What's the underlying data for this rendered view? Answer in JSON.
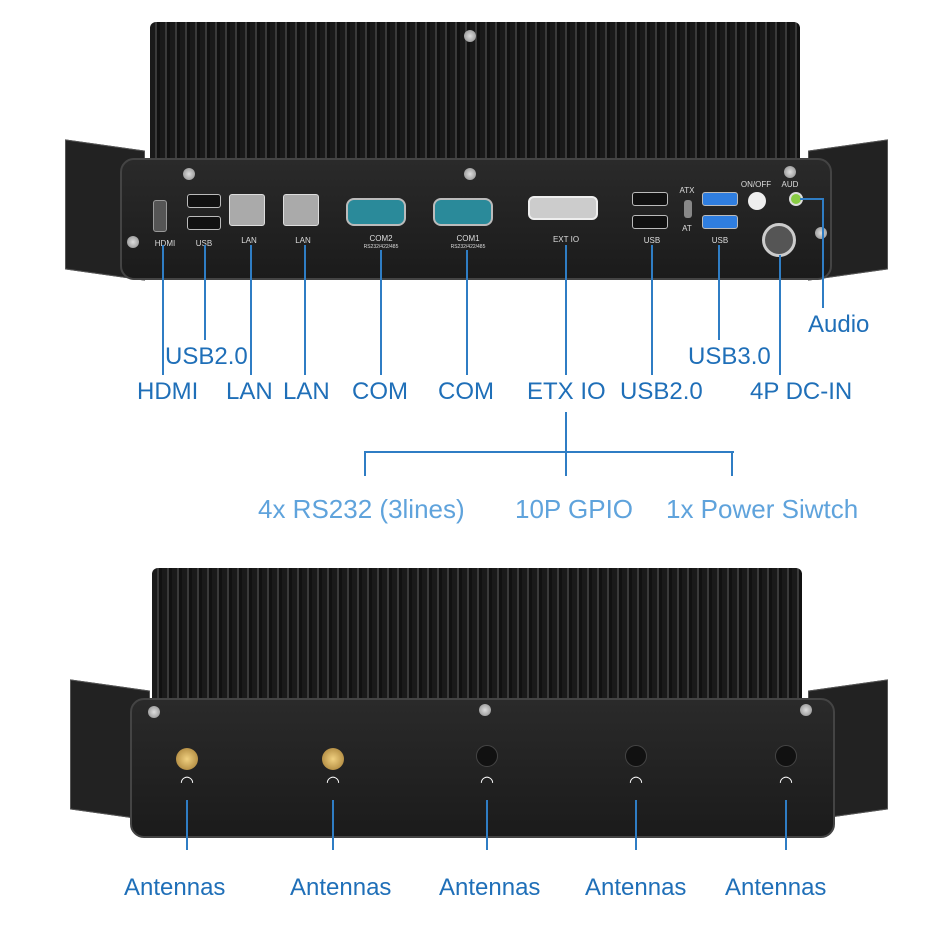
{
  "top_device": {
    "port_labels": [
      "HDMI",
      "USB",
      "LAN",
      "LAN",
      "COM2",
      "COM1",
      "EXT IO",
      "USB",
      "USB",
      "ATX",
      "AT",
      "ON/OFF",
      "AUD"
    ],
    "com_sub": "RS232/422/485"
  },
  "callouts": {
    "usb20_left": "USB2.0",
    "hdmi": "HDMI",
    "lan1": "LAN",
    "lan2": "LAN",
    "com1": "COM",
    "com2": "COM",
    "etx_io": "ETX IO",
    "usb20_right": "USB2.0",
    "usb30": "USB3.0",
    "dc_in": "4P DC-IN",
    "audio": "Audio"
  },
  "etx_features": [
    "4x RS232 (3lines)",
    "10P GPIO",
    "1x Power Siwtch"
  ],
  "antennas": [
    "Antennas",
    "Antennas",
    "Antennas",
    "Antennas",
    "Antennas"
  ],
  "colors": {
    "callout": "#1f6fb8",
    "feature": "#5fa3dc",
    "line": "#2f7dc4",
    "chassis": "#1e1e1e"
  }
}
